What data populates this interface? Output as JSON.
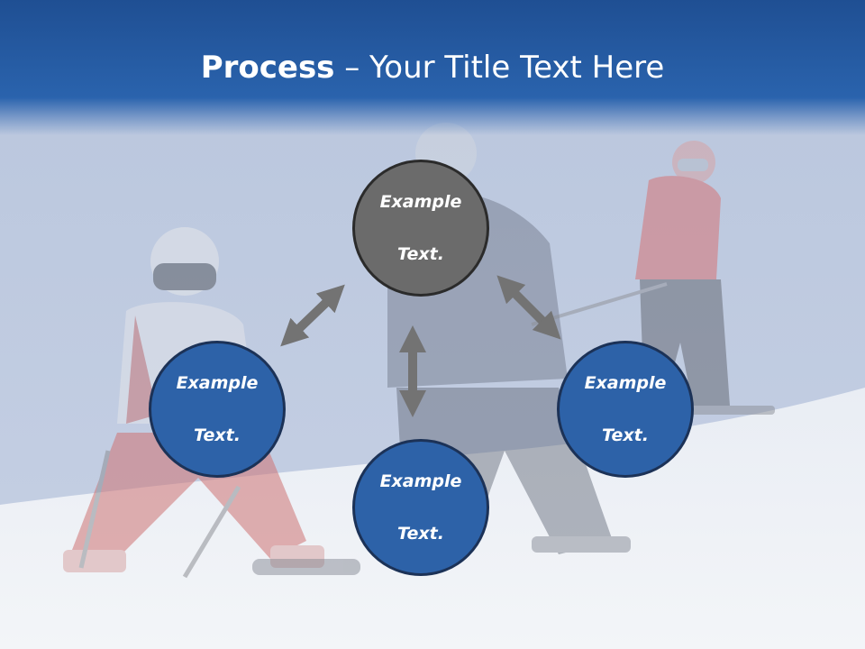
{
  "slide": {
    "title_bold": "Process",
    "title_rest": " – Your Title Text Here",
    "colors": {
      "title_bar": "#2a63ad",
      "circle_blue": "#2d62a8",
      "circle_gray": "#6b6b6b",
      "arrow": "#737373",
      "title_text": "#ffffff"
    }
  },
  "cycle": {
    "top": {
      "line1": "Example",
      "line2": "Text."
    },
    "left": {
      "line1": "Example",
      "line2": "Text."
    },
    "right": {
      "line1": "Example",
      "line2": "Text."
    },
    "bottom": {
      "line1": "Example",
      "line2": "Text."
    }
  },
  "icons": {
    "arrows": "double-headed-arrow-icon"
  }
}
